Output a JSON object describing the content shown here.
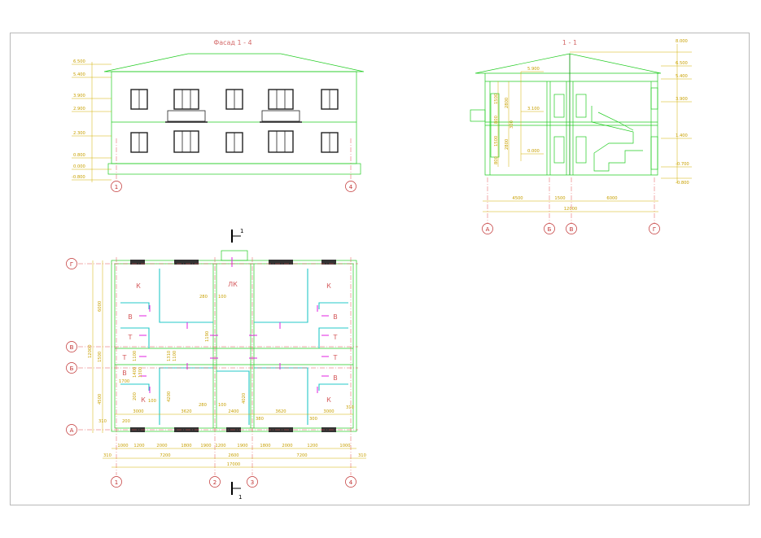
{
  "facade": {
    "title": "Фасад 1 - 4",
    "levels": [
      "6.500",
      "5.400",
      "3.900",
      "2.900",
      "2.300",
      "0.800",
      "0.000",
      "-0.800"
    ],
    "axes": [
      "1",
      "4"
    ]
  },
  "section": {
    "title": "1 - 1",
    "levels_right": [
      "8.000",
      "6.500",
      "5.400",
      "3.900",
      "1.400",
      "-0.700",
      "-0.800"
    ],
    "levels_inner": [
      "5.900",
      "3.100",
      "0.000"
    ],
    "vert_dims": [
      "800",
      "1500",
      "2800",
      "300",
      "800",
      "1500",
      "2800"
    ],
    "horiz_dims": [
      "4500",
      "1500",
      "6000"
    ],
    "total": "12000",
    "axes": [
      "А",
      "Б",
      "В",
      "Г"
    ]
  },
  "plan": {
    "cut_label": "1",
    "rooms": {
      "k": "К",
      "lk": "ЛК",
      "v": "В",
      "t": "Т"
    },
    "axes_rows": [
      "Г",
      "В",
      "Б",
      "А"
    ],
    "axes_cols": [
      "1",
      "2",
      "3",
      "4"
    ],
    "left_dims": [
      "6000",
      "1500",
      "4500",
      "12000"
    ],
    "inner_dims": [
      "280",
      "100",
      "280",
      "100",
      "3000",
      "3620",
      "2400",
      "3620",
      "3000",
      "1700",
      "200",
      "100",
      "4200",
      "4020",
      "380",
      "1100",
      "1310",
      "1100",
      "1400",
      "1300",
      "1190",
      "310",
      "200",
      "310",
      "300"
    ],
    "bottom_row1": [
      "1000",
      "1200",
      "2000",
      "1800",
      "1900",
      "1200",
      "1900",
      "1800",
      "2000",
      "1200",
      "1000"
    ],
    "bottom_row2": [
      "310",
      "7200",
      "2600",
      "7200",
      "310"
    ],
    "bottom_total": "17000"
  }
}
